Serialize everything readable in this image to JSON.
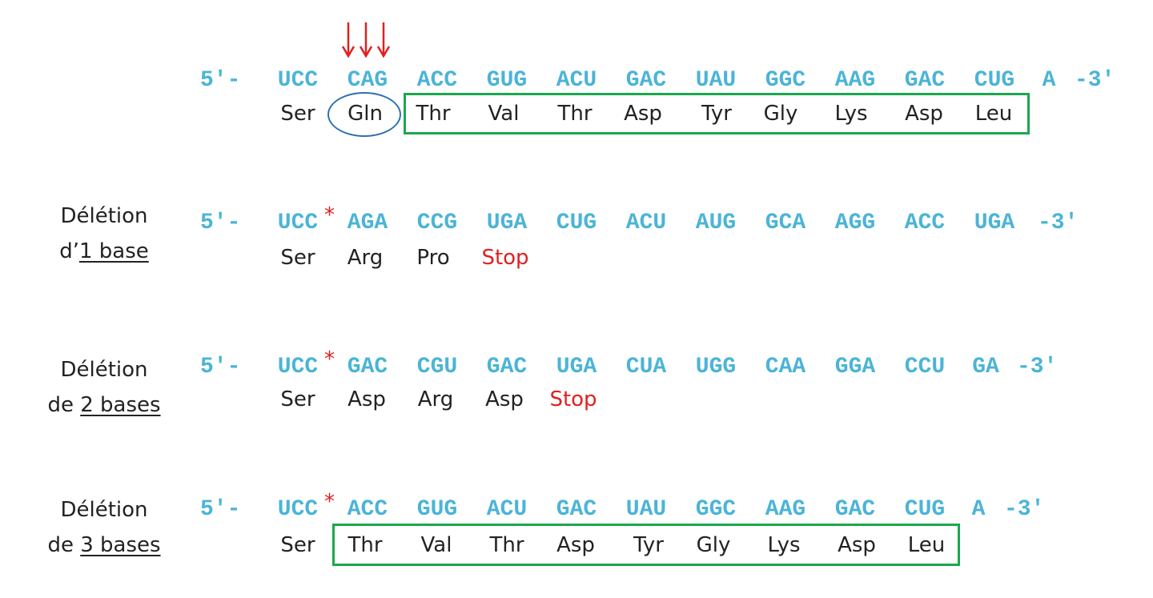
{
  "colors": {
    "codon": "#4bb4d7",
    "amino_acid": "#222222",
    "stop": "#e02020",
    "frame_box": "#1aa84e",
    "oval": "#2e6fb0",
    "arrow": "#e02020"
  },
  "original": {
    "prefix": "5′-",
    "codons": [
      "UCC",
      "CAG",
      "ACC",
      "GUG",
      "ACU",
      "GAC",
      "UAU",
      "GGC",
      "AAG",
      "GAC",
      "CUG",
      "A"
    ],
    "suffix": "-3′",
    "amino_acids": [
      "Ser",
      "Gln",
      "Thr",
      "Val",
      "Thr",
      "Asp",
      "Tyr",
      "Gly",
      "Lys",
      "Asp",
      "Leu"
    ]
  },
  "del1": {
    "label_line1": "Délétion",
    "label_prefix": "d’",
    "label_underlined": "1 base",
    "prefix": "5′-",
    "marker": "*",
    "codons": [
      "UCC",
      "AGA",
      "CCG",
      "UGA",
      "CUG",
      "ACU",
      "AUG",
      "GCA",
      "AGG",
      "ACC",
      "UGA"
    ],
    "suffix": "-3′",
    "amino_acids": [
      "Ser",
      "Arg",
      "Pro"
    ],
    "stop": "Stop"
  },
  "del2": {
    "label_line1": "Délétion",
    "label_prefix": "de ",
    "label_underlined": "2 bases",
    "prefix": "5′-",
    "marker": "*",
    "codons": [
      "UCC",
      "GAC",
      "CGU",
      "GAC",
      "UGA",
      "CUA",
      "UGG",
      "CAA",
      "GGA",
      "CCU",
      "GA"
    ],
    "suffix": "-3′",
    "amino_acids": [
      "Ser",
      "Asp",
      "Arg",
      "Asp"
    ],
    "stop": "Stop"
  },
  "del3": {
    "label_line1": "Délétion",
    "label_prefix": "de ",
    "label_underlined": "3 bases",
    "prefix": "5′-",
    "marker": "*",
    "codons": [
      "UCC",
      "ACC",
      "GUG",
      "ACU",
      "GAC",
      "UAU",
      "GGC",
      "AAG",
      "GAC",
      "CUG",
      "A"
    ],
    "suffix": "-3′",
    "amino_acids": [
      "Ser",
      "Thr",
      "Val",
      "Thr",
      "Asp",
      "Tyr",
      "Gly",
      "Lys",
      "Asp",
      "Leu"
    ]
  }
}
